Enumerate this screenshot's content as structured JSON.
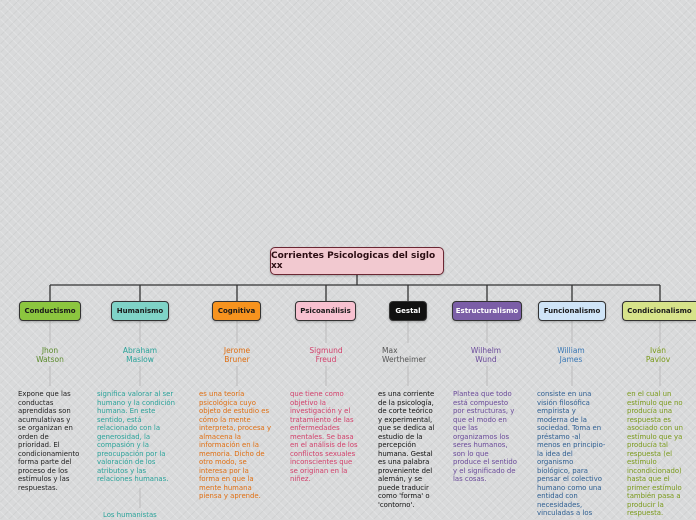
{
  "root": {
    "title": "Corrientes Psicologicas del siglo xx",
    "color": "#f2c9d0"
  },
  "branches": [
    {
      "label": "Conductismo",
      "bg": "#8cc63f",
      "fg": "#1a1a1a",
      "author": "Jhon\nWatson",
      "author_color": "#5a8a2a",
      "desc": "Expone que las\nconductas\naprendidas son\nacumulativas y\nse organizan en\norden de\nprioridad. El\ncondicionamiento\nforma parte del\nproceso de los\nestímulos y las\nrespuestas.",
      "desc_color": "#222222"
    },
    {
      "label": "Humanismo",
      "bg": "#7fd3c7",
      "fg": "#1a1a1a",
      "author": "Abraham\nMaslow",
      "author_color": "#2aa39a",
      "desc": "significa valorar al ser\nhumano y la condición\nhumana. En este\nsentido, está\nrelacionado con la\ngenerosidad, la\ncompasión y la\npreocupación por la\nvaloración de los\natributos y las\nrelaciones humanas.",
      "desc_color": "#2aa39a",
      "extra": "Los humanistas"
    },
    {
      "label": "Cognitiva",
      "bg": "#f7931e",
      "fg": "#1a1a1a",
      "author": "Jerome\nBruner",
      "author_color": "#e06f12",
      "desc": "es una teoría\npsicológica cuyo\nobjeto de estudio es\ncómo la mente\ninterpreta, procesa y\nalmacena la\ninformación en la\nmemoria. Dicho de\notro modo, se\ninteresa por la\nforma en que la\nmente humana\npiensa y aprende.",
      "desc_color": "#e06f12"
    },
    {
      "label": "Psicoanálisis",
      "bg": "#f7c1d0",
      "fg": "#1a1a1a",
      "author": "Sigmund\nFreud",
      "author_color": "#d33f6a",
      "desc": "que tiene como\nobjetivo la\ninvestigación y el\ntratamiento de las\nenfermedades\nmentales. Se basa\nen el análisis de los\nconflictos sexuales\ninconscientes que\nse originan en la\nniñez.",
      "desc_color": "#d33f6a"
    },
    {
      "label": "Gestal",
      "bg": "#111111",
      "fg": "#ffffff",
      "author": "Max\nWertheimer",
      "author_color": "#555555",
      "desc": "es una corriente\nde la psicología,\nde corte teórico\ny experimental,\nque se dedica al\nestudio de la\npercepción\nhumana. Gestal\nes una palabra\nproveniente del\nalemán, y se\npuede traducir\ncomo 'forma' o\n'contorno'.",
      "desc_color": "#111111"
    },
    {
      "label": "Estructuralismo",
      "bg": "#7b5ea7",
      "fg": "#ffffff",
      "author": "Wilhelm\nWund",
      "author_color": "#6a4a9a",
      "desc": "Plantea que todo\nestá compuesto\npor estructuras, y\nque el modo en\nque las\norganizamos los\nseres humanos,\nson lo que\nproduce el sentido\ny el significado de\nlas cosas.",
      "desc_color": "#6a4a9a"
    },
    {
      "label": "Funcionalismo",
      "bg": "#cfe4f7",
      "fg": "#1a1a1a",
      "author": "William\nJames",
      "author_color": "#3a78b5",
      "desc": "consiste en una\nvisión filosófica\nempirista y\nmoderna de la\nsociedad. Toma en\npréstamo -al\nmenos en principio-\nla idea del\norganismo\nbiológico, para\npensar el colectivo\nhumano como una\nentidad con\nnecesidades,\nvinculadas a los",
      "desc_color": "#2e5f92"
    },
    {
      "label": "Condicionalismo",
      "bg": "#d7e38a",
      "fg": "#1a1a1a",
      "author": "Iván\nPavlov",
      "author_color": "#7a9a1a",
      "desc": "en el cual un\nestímulo que no\nproducía una\nrespuesta es\nasociado con un\nestímulo que ya\nproducía tal\nrespuesta (el\nestímulo\nincondicionado)\nhasta que el\nprimer estímulo\ntambién pasa a\nproducir la\nrespuesta.",
      "desc_color": "#7a9a1a"
    }
  ]
}
